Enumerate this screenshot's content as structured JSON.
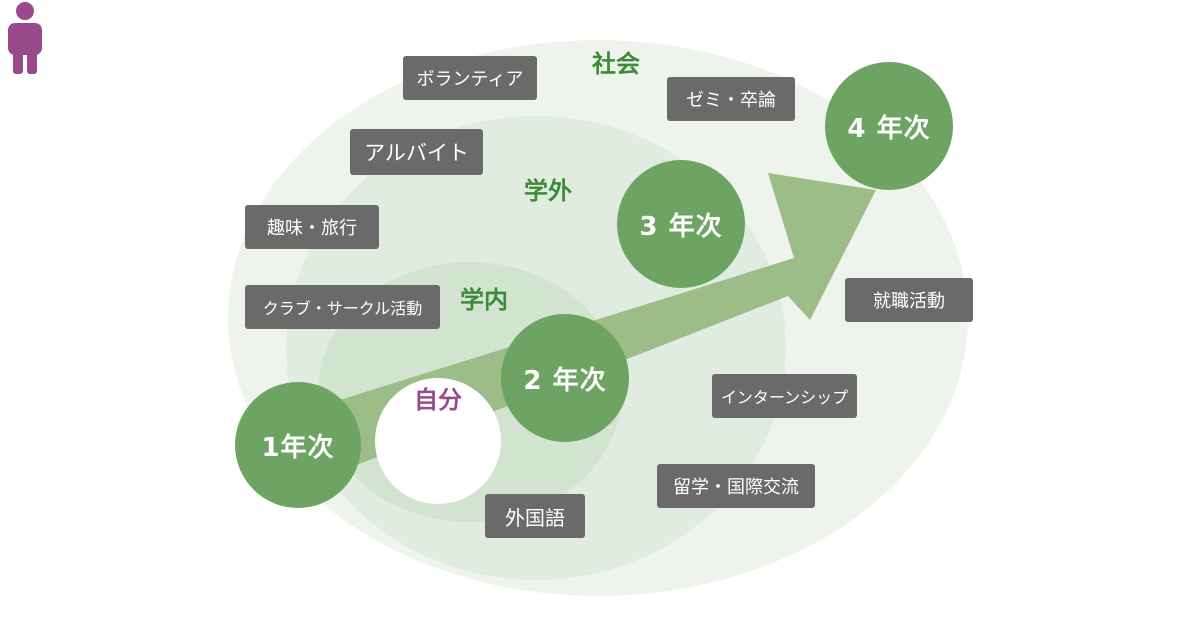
{
  "colors": {
    "zone_outer": "#eef4ec",
    "zone_middle": "#e1ece0",
    "zone_inner": "#d2e3cf",
    "arrow": "#9dbd88",
    "year_circle": "#6ea463",
    "activity_box": "#6a6a6a",
    "self_accent": "#9a4a8a",
    "zone_label": "#3f8a3a"
  },
  "zones": {
    "society": "社会",
    "outside_school": "学外",
    "inside_school": "学内"
  },
  "years": {
    "y1": "1年次",
    "y2": "2 年次",
    "y3": "3 年次",
    "y4": "4 年次"
  },
  "self": {
    "label": "自分",
    "icon": "person-icon"
  },
  "activities": {
    "volunteer": "ボランティア",
    "seminar": "ゼミ・卒論",
    "parttime": "アルバイト",
    "hobby": "趣味・旅行",
    "club": "クラブ・サークル活動",
    "jobhunt": "就職活動",
    "internship": "インターンシップ",
    "study_abroad": "留学・国際交流",
    "language": "外国語"
  }
}
